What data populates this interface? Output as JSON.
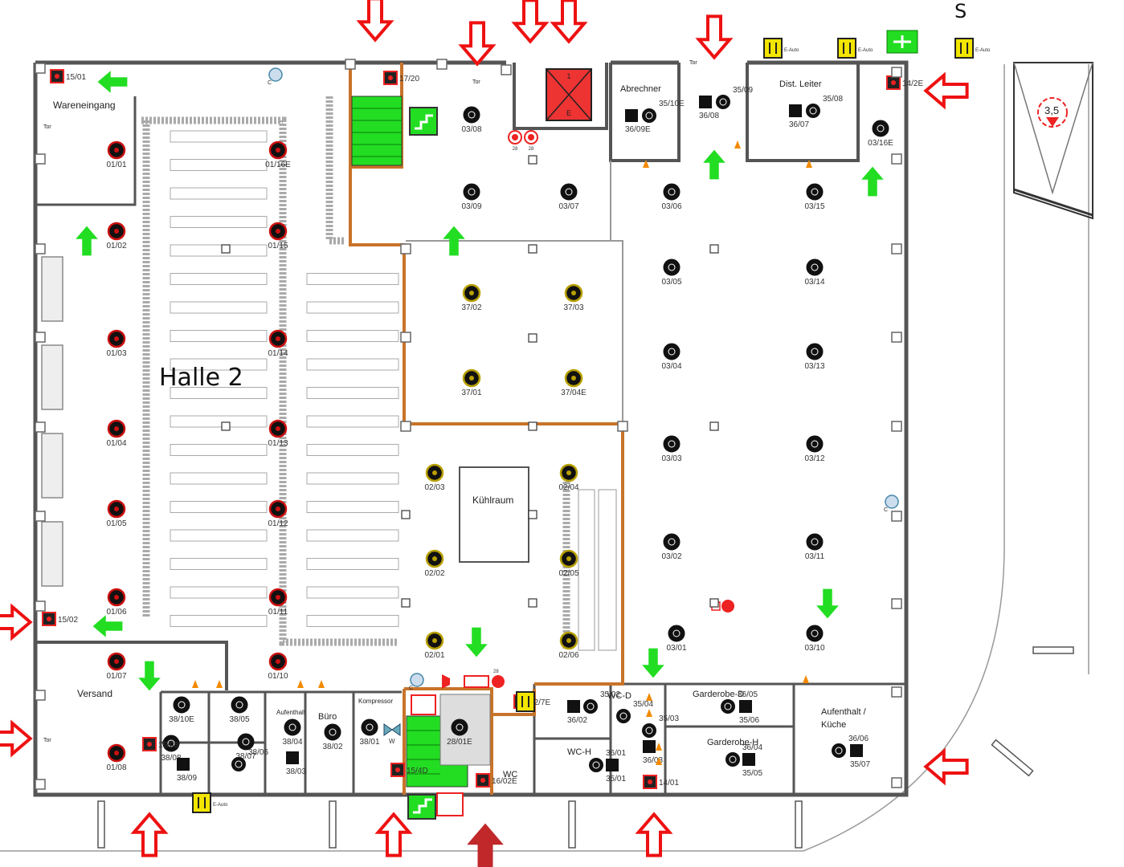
{
  "compass": "S",
  "hall_title": "Halle 2",
  "rooms": {
    "wareneingang": "Wareneingang",
    "versand": "Versand",
    "abrechner": "Abrechner",
    "dist_leiter": "Dist. Leiter",
    "kuehlraum": "Kühlraum",
    "garderobe_d": "Garderobe-D",
    "garderobe_h": "Garderobe-H",
    "aufenthalt": "Aufenthalt /",
    "kueche": "Küche",
    "buero": "Büro",
    "aufenthalt_small": "Aufenthalt",
    "kompressor": "Kompressor",
    "wc": "WC",
    "wc_d": "WC-D",
    "wc_h": "WC-H",
    "tor": "Tor"
  },
  "ramp_label": "3,5",
  "red_fixtures": [
    {
      "label": "01/01"
    },
    {
      "label": "01/16E"
    },
    {
      "label": "01/02"
    },
    {
      "label": "01/15"
    },
    {
      "label": "01/03"
    },
    {
      "label": "01/14"
    },
    {
      "label": "01/04"
    },
    {
      "label": "01/13"
    },
    {
      "label": "01/05"
    },
    {
      "label": "01/12"
    },
    {
      "label": "01/06"
    },
    {
      "label": "01/11"
    },
    {
      "label": "01/07"
    },
    {
      "label": "01/10"
    },
    {
      "label": "01/08"
    }
  ],
  "black_fixtures": [
    {
      "label": "03/08"
    },
    {
      "label": "03/09"
    },
    {
      "label": "03/07"
    },
    {
      "label": "03/06"
    },
    {
      "label": "03/15"
    },
    {
      "label": "03/16E"
    },
    {
      "label": "03/05"
    },
    {
      "label": "03/14"
    },
    {
      "label": "03/04"
    },
    {
      "label": "03/13"
    },
    {
      "label": "03/03"
    },
    {
      "label": "03/12"
    },
    {
      "label": "03/02"
    },
    {
      "label": "03/11"
    },
    {
      "label": "03/01"
    },
    {
      "label": "03/10"
    },
    {
      "label": "28/01E"
    },
    {
      "label": "38/10E"
    },
    {
      "label": "38/05"
    },
    {
      "label": "38/04"
    },
    {
      "label": "38/02"
    },
    {
      "label": "38/01"
    },
    {
      "label": "38/08"
    },
    {
      "label": "38/07"
    }
  ],
  "yellow_fixtures": [
    {
      "label": "37/02"
    },
    {
      "label": "37/03"
    },
    {
      "label": "37/01"
    },
    {
      "label": "37/04E"
    },
    {
      "label": "02/03"
    },
    {
      "label": "02/04"
    },
    {
      "label": "02/02"
    },
    {
      "label": "02/05"
    },
    {
      "label": "02/01"
    },
    {
      "label": "02/06"
    }
  ],
  "square_fixtures": [
    {
      "label": "35/10E"
    },
    {
      "label": "36/09E"
    },
    {
      "label": "35/09"
    },
    {
      "label": "36/08"
    },
    {
      "label": "35/08"
    },
    {
      "label": "36/07"
    },
    {
      "label": "35/02"
    },
    {
      "label": "36/02"
    },
    {
      "label": "35/04"
    },
    {
      "label": "35/01"
    },
    {
      "label": "36/01"
    },
    {
      "label": "36/03"
    },
    {
      "label": "35/03"
    },
    {
      "label": "35/06"
    },
    {
      "label": "36/05"
    },
    {
      "label": "35/05"
    },
    {
      "label": "36/04"
    },
    {
      "label": "35/07"
    },
    {
      "label": "36/06"
    },
    {
      "label": "38/09"
    },
    {
      "label": "38/06"
    },
    {
      "label": "38/03"
    }
  ],
  "exit_signs": [
    {
      "label": "15/01"
    },
    {
      "label": "15/02"
    },
    {
      "label": "15/03"
    },
    {
      "label": "15/4D"
    },
    {
      "label": "17/20"
    },
    {
      "label": "14/2E"
    },
    {
      "label": "14/01"
    },
    {
      "label": "16/02E"
    },
    {
      "label": "02/7E"
    }
  ],
  "small_labels": {
    "e_auto": "E-Auto",
    "c": "C",
    "w": "W",
    "fire_labels": [
      "28",
      "28"
    ],
    "fire_28": "28",
    "lift_top": "1",
    "lift_bottom": "E"
  },
  "colors": {
    "wall": "#555555",
    "fire_wall": "#c8732a",
    "stair_green": "#22dd22",
    "arrow_green": "#22dd22",
    "arrow_red": "#ee1111",
    "fixture_red": "#cc1111",
    "fixture_yellow": "#b8a000",
    "sign_yellow": "#f2e500"
  }
}
